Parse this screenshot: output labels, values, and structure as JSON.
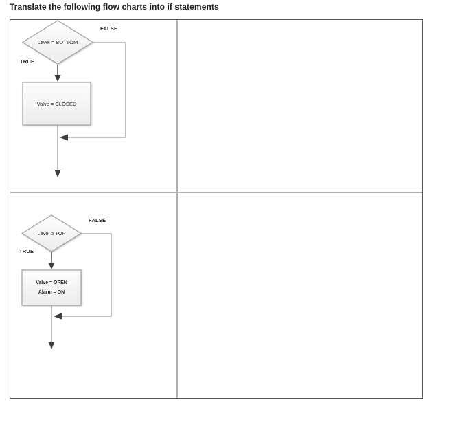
{
  "title": "Translate the following flow charts into if statements",
  "colors": {
    "outer_border": "#565656",
    "inner_border": "#b0b0b0",
    "shape_stroke": "#a3a3a3",
    "shape_fill_top": "#fdfdfd",
    "shape_fill_bottom": "#ececec",
    "connector_gray": "#9a9a9a",
    "connector_dark": "#595959",
    "arrowhead": "#3f3f3f",
    "text": "#262626"
  },
  "flowcharts": [
    {
      "decision": "Level = BOTTOM",
      "true_label": "TRUE",
      "false_label": "FALSE",
      "process_lines": [
        "Valve = CLOSED"
      ]
    },
    {
      "decision": "Level ≥ TOP",
      "true_label": "TRUE",
      "false_label": "FALSE",
      "process_lines": [
        "Valve = OPEN",
        "Alarm = ON"
      ]
    }
  ]
}
